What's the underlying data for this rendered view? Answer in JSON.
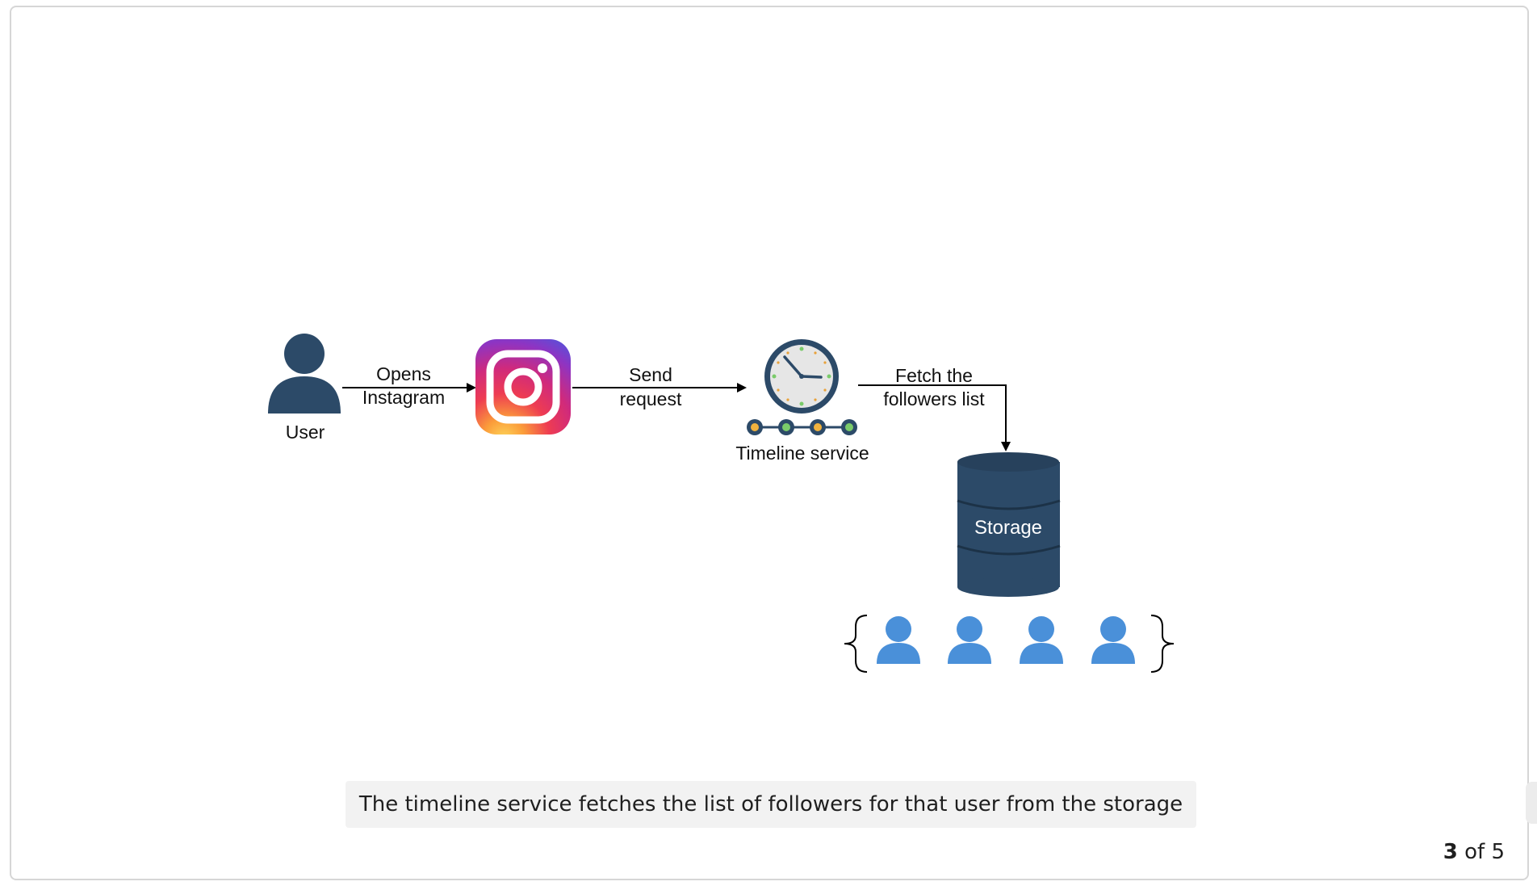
{
  "diagram": {
    "nodes": {
      "user": "User",
      "app_icon": "instagram-icon",
      "timeline_service": "Timeline service",
      "storage": "Storage"
    },
    "edges": {
      "opens_line1": "Opens",
      "opens_line2": "Instagram",
      "send_line1": "Send",
      "send_line2": "request",
      "fetch_line1": "Fetch the",
      "fetch_line2": "followers list"
    },
    "followers_count": 4
  },
  "caption": "The timeline service fetches the list of followers for that user from the storage",
  "pager": {
    "current": "3",
    "suffix": " of 5"
  },
  "colors": {
    "dark_navy": "#2c4a68",
    "follower_blue": "#4a90d9",
    "caption_bg": "#f2f2f2"
  }
}
